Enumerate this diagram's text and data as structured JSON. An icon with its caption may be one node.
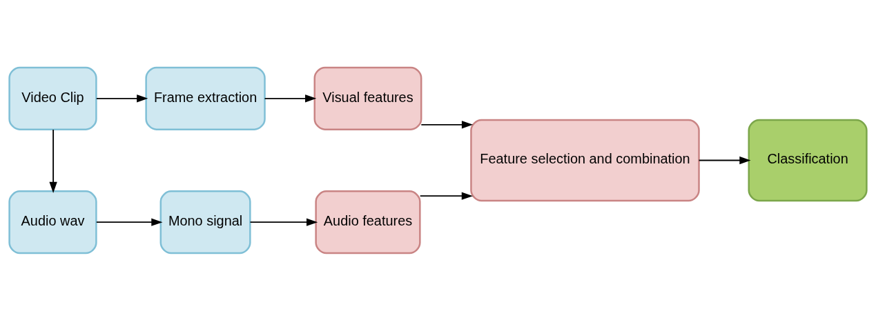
{
  "diagram": {
    "nodes": [
      {
        "text": [
          "Video Clip"
        ]
      },
      {
        "text": [
          "Frame extraction"
        ]
      },
      {
        "text": [
          "Visual features"
        ]
      },
      {
        "text": [
          "Audio wav"
        ]
      },
      {
        "text": [
          "Mono signal"
        ]
      },
      {
        "text": [
          "Audio features"
        ]
      },
      {
        "text": [
          "Feature selection and combination"
        ]
      },
      {
        "text": [
          "Classification"
        ]
      }
    ],
    "edges": [
      {
        "from": 0,
        "to": 1,
        "arrow": "to"
      },
      {
        "from": 1,
        "to": 2,
        "arrow": "to"
      },
      {
        "from": 0,
        "to": 3,
        "arrow": "to"
      },
      {
        "from": 3,
        "to": 4,
        "arrow": "to"
      },
      {
        "from": 4,
        "to": 5,
        "arrow": "to"
      },
      {
        "from": 2,
        "to": 6,
        "arrow": "to"
      },
      {
        "from": 5,
        "to": 6,
        "arrow": "to"
      },
      {
        "from": 6,
        "to": 7,
        "arrow": "to"
      }
    ]
  }
}
